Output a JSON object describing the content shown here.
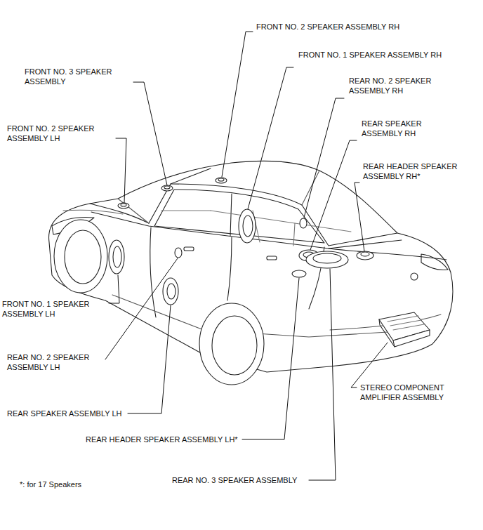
{
  "diagram": {
    "labels": [
      "FRONT NO. 2 SPEAKER ASSEMBLY RH",
      "FRONT NO. 1 SPEAKER ASSEMBLY RH",
      "FRONT NO. 3 SPEAKER ASSEMBLY",
      "REAR NO. 2 SPEAKER ASSEMBLY RH",
      "REAR SPEAKER ASSEMBLY RH",
      "FRONT NO. 2 SPEAKER ASSEMBLY LH",
      "REAR HEADER SPEAKER ASSEMBLY RH*",
      "FRONT NO. 1 SPEAKER ASSEMBLY LH",
      "REAR NO. 2 SPEAKER ASSEMBLY LH",
      "STEREO COMPONENT AMPLIFIER ASSEMBLY",
      "REAR SPEAKER ASSEMBLY LH",
      "REAR HEADER SPEAKER ASSEMBLY LH*",
      "REAR NO. 3 SPEAKER ASSEMBLY",
      "*: for 17 Speakers"
    ]
  }
}
